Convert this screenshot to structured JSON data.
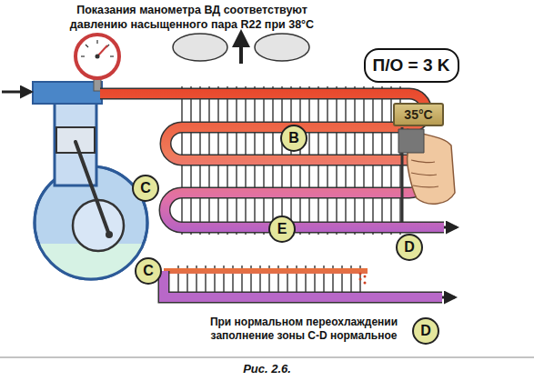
{
  "diagram": {
    "caption": "Рис. 2.6.",
    "nodes": [
      {
        "text": [
          "П/О = 3 K"
        ]
      },
      {
        "text": [
          "35°C"
        ]
      },
      {
        "text": [
          "B"
        ]
      },
      {
        "text": [
          "C"
        ]
      },
      {
        "text": [
          "E"
        ]
      },
      {
        "text": [
          "D"
        ]
      },
      {
        "text": [
          "C"
        ]
      },
      {
        "text": [
          "D"
        ]
      }
    ],
    "labels": [
      "Показания манометра ВД соответствуют давлению насыщенного пара R22 при 38°C",
      "При нормальном переохлаждении заполнение зоны C-D нормальное"
    ]
  }
}
